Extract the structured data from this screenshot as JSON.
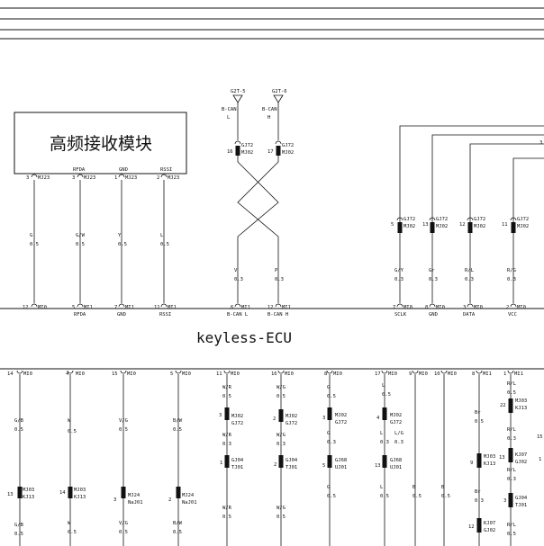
{
  "module": {
    "title": "高频接收模块"
  },
  "ecu": {
    "title": "keyless-ECU"
  },
  "module_pins": [
    {
      "pin": "3",
      "conn": "MJ23",
      "signal": ""
    },
    {
      "pin": "3",
      "conn": "MJ23",
      "signal": "RFDA"
    },
    {
      "pin": "1",
      "conn": "MJ23",
      "signal": "GND"
    },
    {
      "pin": "2",
      "conn": "MJ23",
      "signal": "RSSI"
    }
  ],
  "upper_wires": [
    {
      "color": "G",
      "size": "0.5"
    },
    {
      "color": "G/W",
      "size": "0.5"
    },
    {
      "color": "Y",
      "size": "0.5"
    },
    {
      "color": "L",
      "size": "0.5"
    }
  ],
  "can": {
    "left": {
      "label": "G2T-5",
      "bus": "B-CAN",
      "bus_side": "L",
      "splice_pin": "16",
      "splice_a": "GJ72",
      "splice_b": "MJ02",
      "wire_color": "V",
      "wire_size": "0.3",
      "ecu_pin": "6",
      "ecu_conn": "MI1",
      "ecu_signal": "B-CAN L"
    },
    "right": {
      "label": "G2T-6",
      "bus": "B-CAN",
      "bus_side": "H",
      "splice_pin": "17",
      "splice_a": "GJ72",
      "splice_b": "MJ02",
      "wire_color": "P",
      "wire_size": "0.3",
      "ecu_pin": "12",
      "ecu_conn": "MI1",
      "ecu_signal": "B-CAN H"
    }
  },
  "right_group": [
    {
      "splice_pin": "5",
      "splice_a": "GJ72",
      "splice_b": "MJ02",
      "wire_color": "G/Y",
      "wire_size": "0.3",
      "ecu_pin": "7",
      "ecu_conn": "MI0",
      "ecu_signal": "SCLK"
    },
    {
      "splice_pin": "13",
      "splice_a": "GJ72",
      "splice_b": "MJ02",
      "wire_color": "Gr",
      "wire_size": "0.3",
      "ecu_pin": "8",
      "ecu_conn": "MI0",
      "ecu_signal": "GND"
    },
    {
      "splice_pin": "12",
      "splice_a": "GJ72",
      "splice_b": "MJ02",
      "wire_color": "R/L",
      "wire_size": "0.3",
      "ecu_pin": "3",
      "ecu_conn": "MI0",
      "ecu_signal": "DATA"
    },
    {
      "splice_pin": "11",
      "splice_a": "GJ72",
      "splice_b": "MJ02",
      "wire_color": "R/G",
      "wire_size": "0.3",
      "ecu_pin": "2",
      "ecu_conn": "MI0",
      "ecu_signal": "VCC"
    }
  ],
  "ecu_upper_pins": [
    {
      "pin": "12",
      "conn": "MI0",
      "signal": ""
    },
    {
      "pin": "5",
      "conn": "MI1",
      "signal": "RFDA"
    },
    {
      "pin": "7",
      "conn": "MI1",
      "signal": "GND"
    },
    {
      "pin": "11",
      "conn": "MI1",
      "signal": "RSSI"
    }
  ],
  "lower_columns": [
    {
      "pin": "14",
      "conn": "MI0",
      "c1": "G/B",
      "s1": "0.5",
      "sp_pin": "13",
      "sp_a": "MJ03",
      "sp_b": "KJ13",
      "c2": "G/B",
      "s2": "0.5"
    },
    {
      "pin": "4",
      "conn": "MI0",
      "c1": "W",
      "s1": "0.5",
      "sp_pin": "14",
      "sp_a": "MJ03",
      "sp_b": "KJ13",
      "c2": "W",
      "s2": "0.5"
    },
    {
      "pin": "15",
      "conn": "MI0",
      "c1": "V/G",
      "s1": "0.5",
      "sp_pin": "3",
      "sp_a": "MJ24",
      "sp_b": "NaJ01",
      "c2": "V/G",
      "s2": "0.5"
    },
    {
      "pin": "5",
      "conn": "MI0",
      "c1": "B/W",
      "s1": "0.5",
      "sp_pin": "2",
      "sp_a": "MJ24",
      "sp_b": "NaJ01",
      "c2": "B/W",
      "s2": "0.5"
    }
  ],
  "lower_double": [
    {
      "pin": "11",
      "conn": "MI0",
      "c1": "W/R",
      "s1": "0.5",
      "sp1_pin": "3",
      "sp1_a": "MJ02",
      "sp1_b": "GJ72",
      "c2": "W/R",
      "s2": "0.3",
      "sp2_pin": "1",
      "sp2_a": "GJ04",
      "sp2_b": "TJ01",
      "c3": "W/R",
      "s3": "0.5"
    },
    {
      "pin": "16",
      "conn": "MI0",
      "c1": "W/G",
      "s1": "0.5",
      "sp1_pin": "2",
      "sp1_a": "MJ02",
      "sp1_b": "GJ72",
      "c2": "W/G",
      "s2": "0.3",
      "sp2_pin": "2",
      "sp2_a": "GJ04",
      "sp2_b": "TJ01",
      "c3": "W/G",
      "s3": "0.5"
    },
    {
      "pin": "8",
      "conn": "MI0",
      "c1": "G",
      "s1": "0.5",
      "sp1_pin": "3",
      "sp1_a": "MJ02",
      "sp1_b": "GJ72",
      "c2": "G",
      "s2": "0.3",
      "sp2_pin": "5",
      "sp2_a": "GJ68",
      "sp2_b": "UJ01",
      "c3": "G",
      "s3": "0.5"
    },
    {
      "pin": "17",
      "conn": "MI0",
      "c1": "L",
      "s1": "0.5",
      "sp1_pin": "4",
      "sp1_a": "MJ02",
      "sp1_b": "GJ72",
      "c2": "L",
      "s2": "0.3",
      "c2b": "L/G",
      "s2b": "0.3",
      "sp2_pin": "13",
      "sp2_a": "GJ68",
      "sp2_b": "UJ01",
      "c3": "L",
      "s3": "0.5"
    }
  ],
  "lower_plain": [
    {
      "pin": "9",
      "conn": "MI0",
      "color": "B",
      "size": "0.5"
    },
    {
      "pin": "10",
      "conn": "MI0",
      "color": "B",
      "size": "0.5"
    }
  ],
  "lower_right": [
    {
      "pin": "8",
      "conn": "MI1",
      "c1": "Br",
      "s1": "0.5",
      "sp1_pin": "9",
      "sp1_a": "MJ03",
      "sp1_b": "KJ13",
      "c2": "Br",
      "s2": "0.3",
      "sp2_pin": "12",
      "sp2_a": "KJ07",
      "sp2_b": "GJ02"
    },
    {
      "pin": "1",
      "conn": "MI1",
      "c0": "R/L",
      "s0": "0.5",
      "sp0_pin": "22",
      "sp0_a": "MJ03",
      "sp0_b": "KJ13",
      "c1": "R/L",
      "s1": "0.3",
      "sp1_pin": "13",
      "sp1_a": "KJ07",
      "sp1_b": "GJ02",
      "c2": "R/L",
      "s2": "0.3",
      "sp2_pin": "3",
      "sp2_a": "GJ04",
      "sp2_b": "TJ01",
      "c3": "R/L",
      "s3": "0.5"
    }
  ],
  "edge_labels": {
    "r1": "15",
    "r2": "1"
  }
}
